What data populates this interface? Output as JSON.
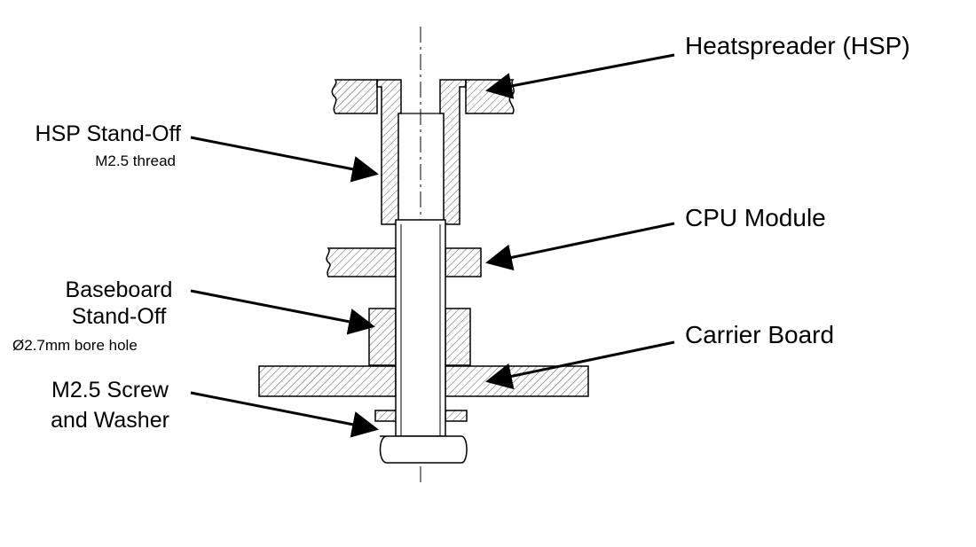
{
  "diagram": {
    "labels": {
      "heatspreader": "Heatspreader (HSP)",
      "hsp_standoff": "HSP Stand-Off",
      "hsp_standoff_note": "M2.5 thread",
      "cpu_module": "CPU Module",
      "baseboard_line1": "Baseboard",
      "baseboard_line2": "Stand-Off",
      "baseboard_note": "Ø2.7mm bore hole",
      "carrier_board": "Carrier Board",
      "screw_line1": "M2.5 Screw",
      "screw_line2": "and Washer"
    },
    "colors": {
      "line": "#000000",
      "hatch": "#555555",
      "background": "#ffffff"
    }
  }
}
